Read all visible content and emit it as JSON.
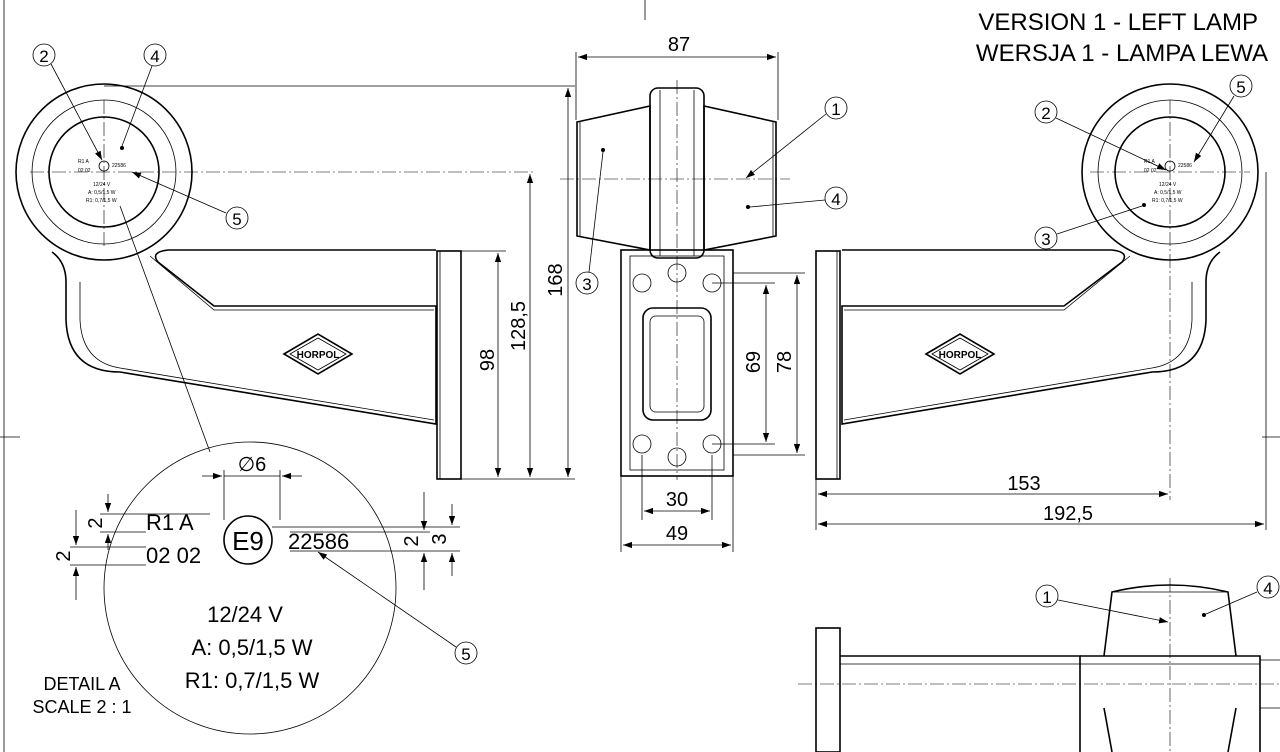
{
  "title": {
    "line1": "VERSION 1 - LEFT LAMP",
    "line2": "WERSJA 1 - LAMPA LEWA"
  },
  "detail": {
    "label": "DETAIL A",
    "scale": "SCALE 2 : 1",
    "r1_a": "R1  A",
    "codes": "02  02",
    "mark": "E9",
    "approval": "22586",
    "voltage": "12/24 V",
    "power_a": "A: 0,5/1,5 W",
    "power_r1": "R1: 0,7/1,5 W",
    "dim_phi": "∅6",
    "dim_2a": "2",
    "dim_2b": "2",
    "dim_2c": "2",
    "dim_3": "3"
  },
  "logo": "HORPOL",
  "small_marking": {
    "r1a": "R1  A",
    "codes": "02  02",
    "num": "22586",
    "v": "12/24 V",
    "a": "A: 0,5/1,5 W",
    "r1": "R1: 0,7/1,5 W"
  },
  "dimensions": {
    "d87": "87",
    "d168": "168",
    "d128": "128,5",
    "d98": "98",
    "d69": "69",
    "d78": "78",
    "d30": "30",
    "d49": "49",
    "d153": "153",
    "d192": "192,5"
  },
  "balloons": [
    "1",
    "2",
    "3",
    "4",
    "5"
  ]
}
